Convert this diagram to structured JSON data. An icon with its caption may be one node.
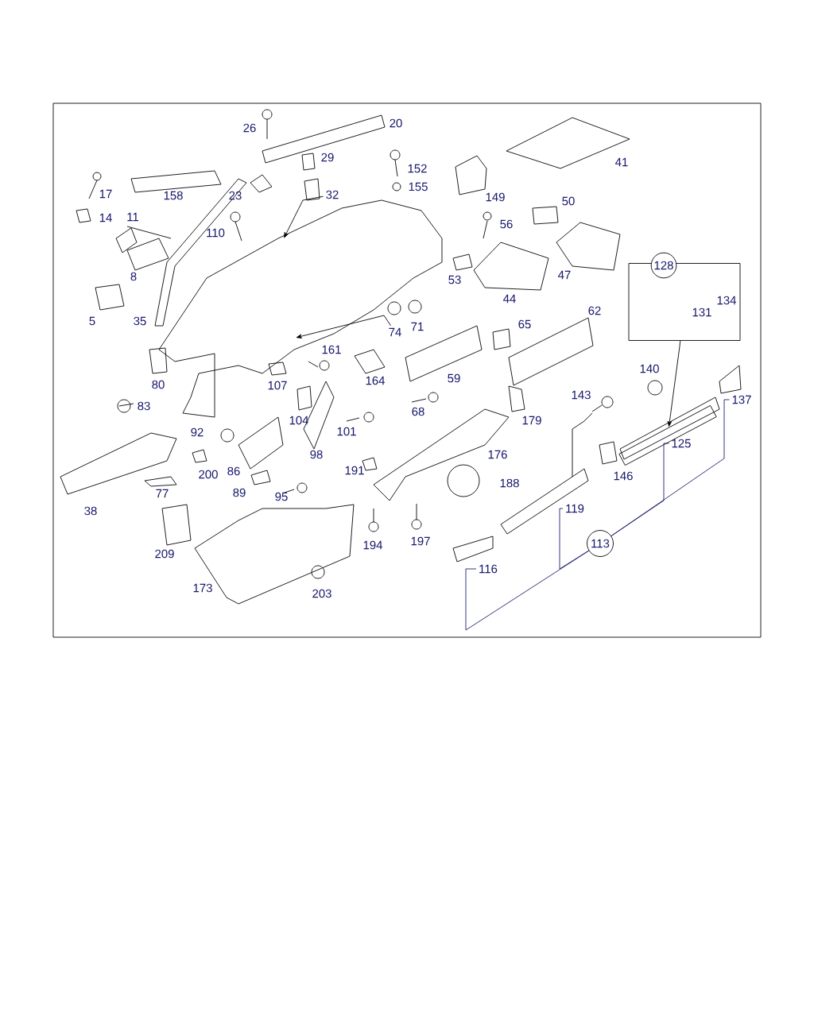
{
  "diagram": {
    "nodes": [
      {
        "text": [],
        "shape": "picture"
      },
      {
        "text": [
          "32"
        ]
      },
      {
        "text": [
          "74"
        ]
      },
      {
        "text": [
          "128",
          "131",
          "134"
        ]
      },
      {
        "text": [],
        "shape": "bar"
      },
      {
        "text": [
          "137"
        ]
      },
      {
        "text": [
          "125"
        ]
      },
      {
        "text": [
          "119"
        ]
      },
      {
        "text": [
          "113"
        ]
      },
      {
        "text": [
          "116"
        ]
      }
    ],
    "edges": [
      {
        "from": 1,
        "to": 0,
        "arrow": "to",
        "color": "#000000"
      },
      {
        "from": 2,
        "to": 0,
        "arrow": "to",
        "color": "#000000"
      },
      {
        "from": 3,
        "to": 4,
        "arrow": "to",
        "color": "#000000"
      },
      {
        "from": 8,
        "to": 9,
        "arrow": "none"
      },
      {
        "from": 8,
        "to": 7,
        "arrow": "none"
      },
      {
        "from": 8,
        "to": 6,
        "arrow": "none"
      },
      {
        "from": 8,
        "to": 5,
        "arrow": "none"
      }
    ],
    "labels": [
      "26",
      "20",
      "29",
      "152",
      "155",
      "17",
      "158",
      "23",
      "14",
      "11",
      "110",
      "149",
      "56",
      "50",
      "41",
      "53",
      "8",
      "5",
      "35",
      "44",
      "47",
      "62",
      "65",
      "71",
      "161",
      "164",
      "59",
      "80",
      "107",
      "83",
      "68",
      "179",
      "143",
      "140",
      "92",
      "104",
      "101",
      "98",
      "176",
      "146",
      "86",
      "200",
      "191",
      "188",
      "38",
      "77",
      "89",
      "95",
      "209",
      "194",
      "197",
      "173",
      "203"
    ]
  }
}
